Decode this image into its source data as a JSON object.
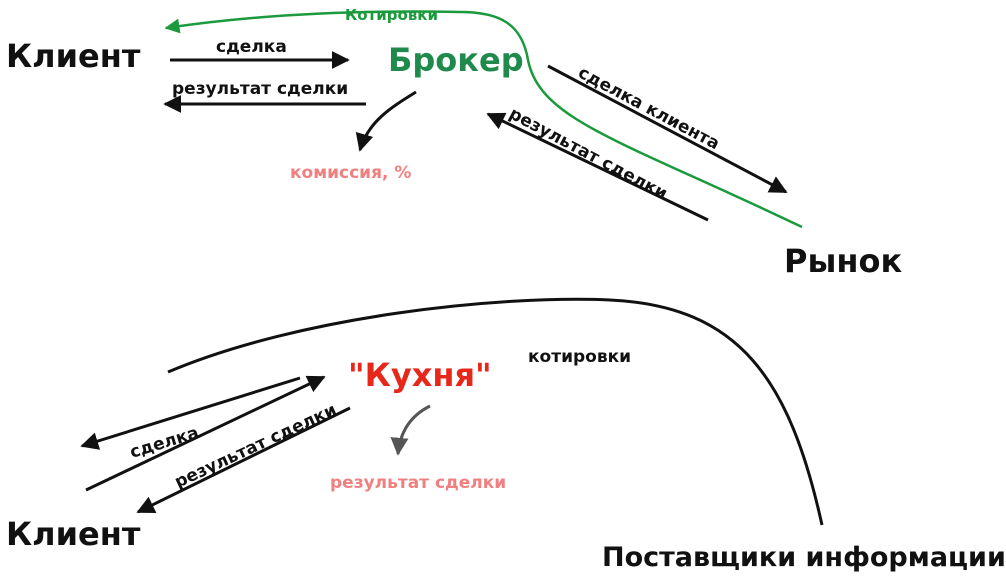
{
  "colors": {
    "black": "#111111",
    "green": "#1a9a3c",
    "broker_green": "#1f8a4c",
    "red": "#e8271b",
    "pink": "#f08080",
    "gray": "#555555"
  },
  "broker_model": {
    "client": "Клиент",
    "broker": "Брокер",
    "market": "Рынок",
    "quotes": "Котировки",
    "deal": "сделка",
    "deal_result": "результат сделки",
    "commission": "комиссия, %",
    "client_deal": "сделка клиента",
    "market_result": "результат сделки"
  },
  "kitchen_model": {
    "client": "Клиент",
    "kitchen": "\"Кухня\"",
    "providers": "Поставщики информации",
    "quotes": "котировки",
    "deal": "сделка",
    "deal_result": "результат сделки",
    "kitchen_result": "результат сделки"
  }
}
